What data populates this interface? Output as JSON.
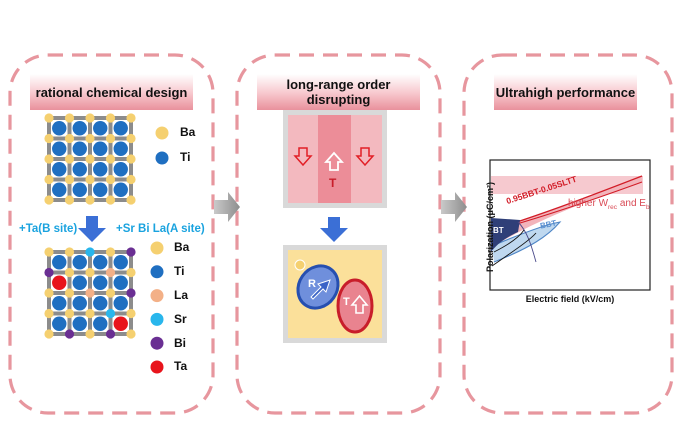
{
  "panels": [
    {
      "title": "rational chemical design"
    },
    {
      "title": "long-range order disrupting"
    },
    {
      "title": "Ultrahigh performance"
    }
  ],
  "legend_top": [
    {
      "label": "Ba",
      "color": "#f5d070"
    },
    {
      "label": "Ti",
      "color": "#1f6fc1"
    }
  ],
  "legend_bottom": [
    {
      "label": "Ba",
      "color": "#f5d070"
    },
    {
      "label": "Ti",
      "color": "#1f6fc1"
    },
    {
      "label": "La",
      "color": "#f3b087"
    },
    {
      "label": "Sr",
      "color": "#29b6ec"
    },
    {
      "label": "Bi",
      "color": "#6a2f93"
    },
    {
      "label": "Ta",
      "color": "#e8141c"
    }
  ],
  "doping": {
    "b_site": "+Ta(B site)",
    "a_site": "+Sr Bi La(A site)"
  },
  "domain": {
    "center_label": "T",
    "region_label": "R",
    "nano_label": "T"
  },
  "graph": {
    "ylabel": "Polarization (μC/cm²)",
    "xlabel": "Electric field (kV/cm)",
    "curve_labels": [
      "0.95BBT-0.05SLTT",
      "BBT",
      "BT"
    ],
    "annotation": "higher W",
    "annotation_sub1": "rec",
    "annotation_mid": " and E",
    "annotation_sub2": "b"
  },
  "colors": {
    "dash": "#e7969e",
    "accent_red": "#e21f26",
    "blue": "#3b6fd6",
    "cyan": "#1aa3df"
  }
}
